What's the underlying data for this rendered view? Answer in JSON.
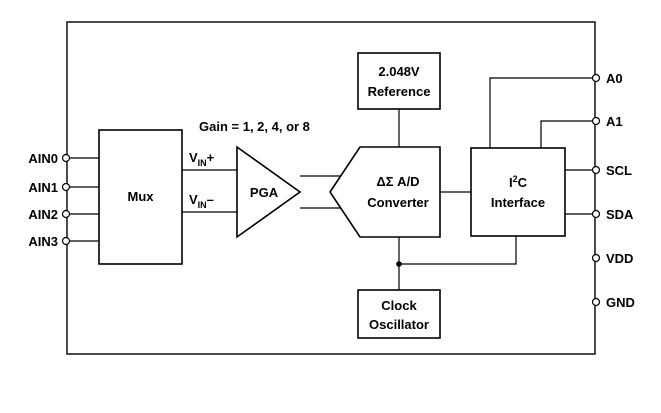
{
  "blocks": {
    "mux": "Mux",
    "pga": "PGA",
    "adc_line1": "ΔΣ A/D",
    "adc_line2": "Converter",
    "ref_line1": "2.048V",
    "ref_line2": "Reference",
    "i2c_line1_base": "I",
    "i2c_line1_sup": "2",
    "i2c_line1_rest": "C",
    "i2c_line2": "Interface",
    "clk_line1": "Clock",
    "clk_line2": "Oscillator"
  },
  "gain_label": "Gain = 1, 2, 4, or 8",
  "signals": {
    "vin_pos": {
      "base": "V",
      "sub": "IN",
      "suffix": "+"
    },
    "vin_neg": {
      "base": "V",
      "sub": "IN",
      "suffix": "–"
    }
  },
  "left_pins": [
    "AIN0",
    "AIN1",
    "AIN2",
    "AIN3"
  ],
  "right_pins": [
    "A0",
    "A1",
    "SCL",
    "SDA",
    "VDD",
    "GND"
  ]
}
